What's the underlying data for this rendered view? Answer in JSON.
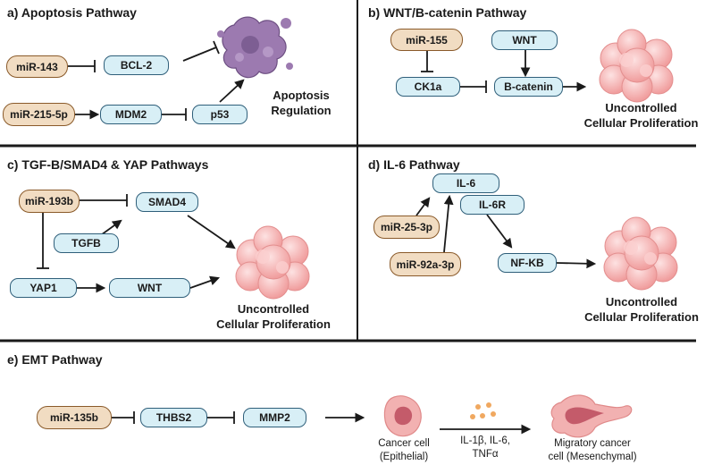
{
  "panels": {
    "a": {
      "title": "a) Apoptosis Pathway",
      "nodes": {
        "mir143": "miR-143",
        "bcl2": "BCL-2",
        "mir215": "miR-215-5p",
        "mdm2": "MDM2",
        "p53": "p53"
      },
      "outcome": [
        "Apoptosis",
        "Regulation"
      ]
    },
    "b": {
      "title": "b) WNT/B-catenin Pathway",
      "nodes": {
        "mir155": "miR-155",
        "wnt": "WNT",
        "ck1a": "CK1a",
        "bcatenin": "B-catenin"
      },
      "outcome": [
        "Uncontrolled",
        "Cellular Proliferation"
      ]
    },
    "c": {
      "title": "c) TGF-B/SMAD4 & YAP Pathways",
      "nodes": {
        "mir193b": "miR-193b",
        "smad4": "SMAD4",
        "tgfb": "TGFB",
        "yap1": "YAP1",
        "wnt": "WNT"
      },
      "outcome": [
        "Uncontrolled",
        "Cellular Proliferation"
      ]
    },
    "d": {
      "title": "d) IL-6 Pathway",
      "nodes": {
        "il6": "IL-6",
        "il6r": "IL-6R",
        "mir25": "miR-25-3p",
        "mir92a": "miR-92a-3p",
        "nfkb": "NF-KB"
      },
      "outcome": [
        "Uncontrolled",
        "Cellular Proliferation"
      ]
    },
    "e": {
      "title": "e) EMT Pathway",
      "nodes": {
        "mir135b": "miR-135b",
        "thbs2": "THBS2",
        "mmp2": "MMP2"
      },
      "epithelial": [
        "Cancer cell",
        "(Epithelial)"
      ],
      "cytokines": [
        "IL-1β, IL-6,",
        "TNFα"
      ],
      "mesenchymal": [
        "Migratory cancer",
        "cell (Mesenchymal)"
      ]
    }
  },
  "colors": {
    "gene_fill": "#d8eff6",
    "mirna_fill": "#f1dcc2",
    "gene_border": "#2f5f7a",
    "mirna_border": "#8a5a2a",
    "apoptotic_cell": "#9c7ab0",
    "tumor_cell": "#f2b1b1",
    "cytokine": "#f0a860"
  }
}
